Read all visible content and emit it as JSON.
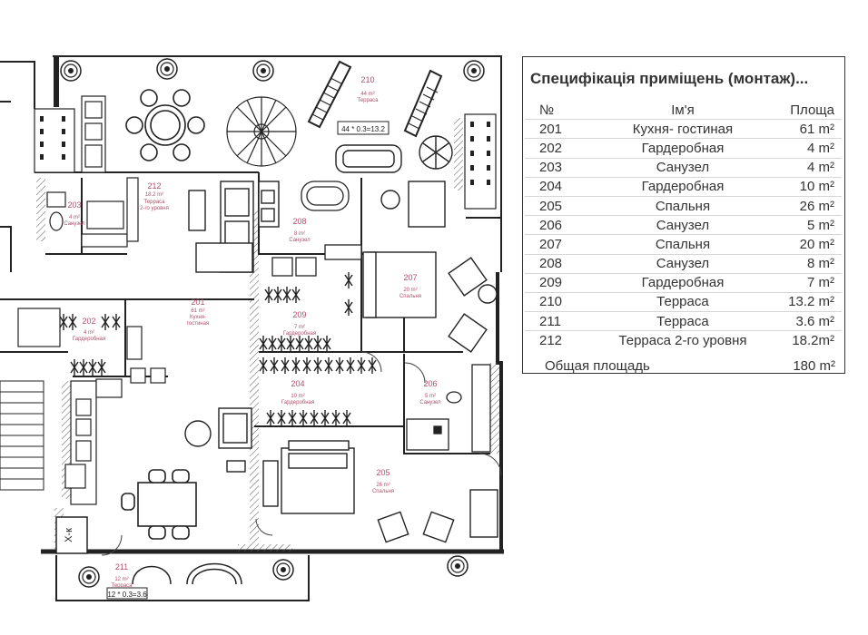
{
  "spec": {
    "title": "Специфікація приміщень (монтаж)...",
    "headers": [
      "№",
      "Ім'я",
      "Площа"
    ],
    "rows": [
      {
        "no": "201",
        "name": "Кухня- гостиная",
        "area": "61 m²"
      },
      {
        "no": "202",
        "name": "Гардеробная",
        "area": "4 m²"
      },
      {
        "no": "203",
        "name": "Санузел",
        "area": "4 m²"
      },
      {
        "no": "204",
        "name": "Гардеробная",
        "area": "10 m²"
      },
      {
        "no": "205",
        "name": "Спальня",
        "area": "26 m²"
      },
      {
        "no": "206",
        "name": "Санузел",
        "area": "5 m²"
      },
      {
        "no": "207",
        "name": "Спальня",
        "area": "20 m²"
      },
      {
        "no": "208",
        "name": "Санузел",
        "area": "8 m²"
      },
      {
        "no": "209",
        "name": "Гардеробная",
        "area": "7 m²"
      },
      {
        "no": "210",
        "name": "Терраса",
        "area": "13.2 m²"
      },
      {
        "no": "211",
        "name": "Терраса",
        "area": "3.6 m²"
      },
      {
        "no": "212",
        "name": "Терраса 2-го уровня",
        "area": "18.2m²"
      }
    ],
    "total_label": "Общая площадь",
    "total_value": "180 m²"
  },
  "plan": {
    "rooms": {
      "r201": {
        "no": "201",
        "area": "61 m²",
        "name1": "Кухня-",
        "name2": "гостиная"
      },
      "r202": {
        "no": "202",
        "area": "4 m²",
        "name1": "Гардеробная"
      },
      "r203": {
        "no": "203",
        "area": "4 m²",
        "name1": "Санузел"
      },
      "r204": {
        "no": "204",
        "area": "10 m²",
        "name1": "Гардеробная"
      },
      "r205": {
        "no": "205",
        "area": "26 m²",
        "name1": "Спальня"
      },
      "r206": {
        "no": "206",
        "area": "5 m²",
        "name1": "Санузел"
      },
      "r207": {
        "no": "207",
        "area": "20 m²",
        "name1": "Спальня"
      },
      "r208": {
        "no": "208",
        "area": "8 m²",
        "name1": "Санузел"
      },
      "r209": {
        "no": "209",
        "area": "7 m²",
        "name1": "Гардеробная"
      },
      "r210": {
        "no": "210",
        "area": "44 m²",
        "name1": "Терраса"
      },
      "r211": {
        "no": "211",
        "area": "12 m²",
        "name1": "Терраса"
      },
      "r212": {
        "no": "212",
        "area": "18.2 m²",
        "name1": "Терраса",
        "name2": "2-го уровня"
      }
    },
    "calc_210": "44 * 0.3=13.2",
    "calc_211": "12 * 0.3=3.6",
    "xk_label": "Х-к"
  }
}
